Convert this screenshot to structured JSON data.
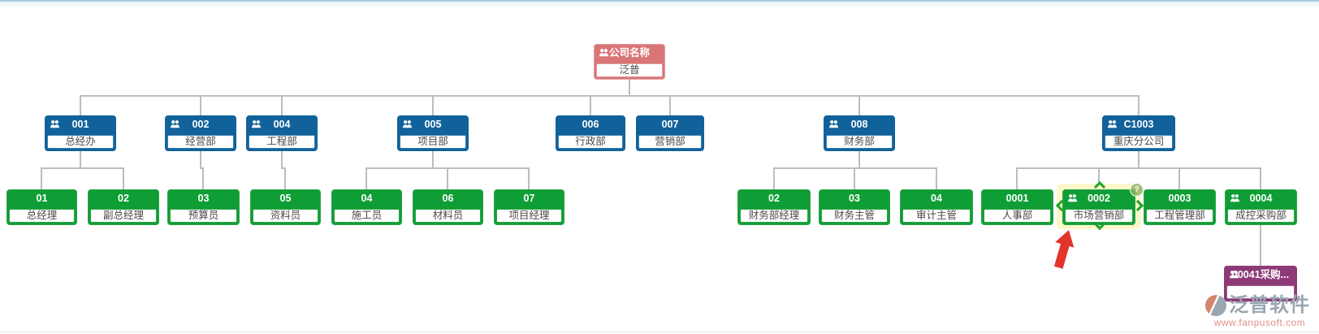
{
  "root": {
    "code": "公司名称",
    "name": "泛普"
  },
  "departments": [
    {
      "code": "001",
      "name": "总经办"
    },
    {
      "code": "002",
      "name": "经营部"
    },
    {
      "code": "004",
      "name": "工程部"
    },
    {
      "code": "005",
      "name": "项目部"
    },
    {
      "code": "006",
      "name": "行政部"
    },
    {
      "code": "007",
      "name": "营销部"
    },
    {
      "code": "008",
      "name": "财务部"
    },
    {
      "code": "C1003",
      "name": "重庆分公司"
    }
  ],
  "staff": [
    {
      "code": "01",
      "name": "总经理"
    },
    {
      "code": "02",
      "name": "副总经理"
    },
    {
      "code": "03",
      "name": "预算员"
    },
    {
      "code": "05",
      "name": "资料员"
    },
    {
      "code": "04",
      "name": "施工员"
    },
    {
      "code": "06",
      "name": "材料员"
    },
    {
      "code": "07",
      "name": "项目经理"
    },
    {
      "code": "02",
      "name": "财务部经理"
    },
    {
      "code": "03",
      "name": "财务主管"
    },
    {
      "code": "04",
      "name": "审计主管"
    },
    {
      "code": "0001",
      "name": "人事部"
    },
    {
      "code": "0002",
      "name": "市场营销部"
    },
    {
      "code": "0003",
      "name": "工程管理部"
    },
    {
      "code": "0004",
      "name": "成控采购部"
    }
  ],
  "sub": [
    {
      "code": "00041采购...",
      "name": ""
    }
  ],
  "selection": {
    "selected_code": "0002"
  },
  "ui": {
    "help_glyph": "?"
  },
  "watermark": {
    "brand": "泛普软件",
    "url": "www.fanpusoft.com"
  },
  "colors": {
    "root_pink": "#da7577",
    "department_blue": "#11629b",
    "staff_green": "#0f9e35",
    "sub_purple": "#8d3a77",
    "connector_gray": "#bdbdbd",
    "selection_yellow": "#fbf7c9",
    "arrow_red": "#e3342b"
  }
}
